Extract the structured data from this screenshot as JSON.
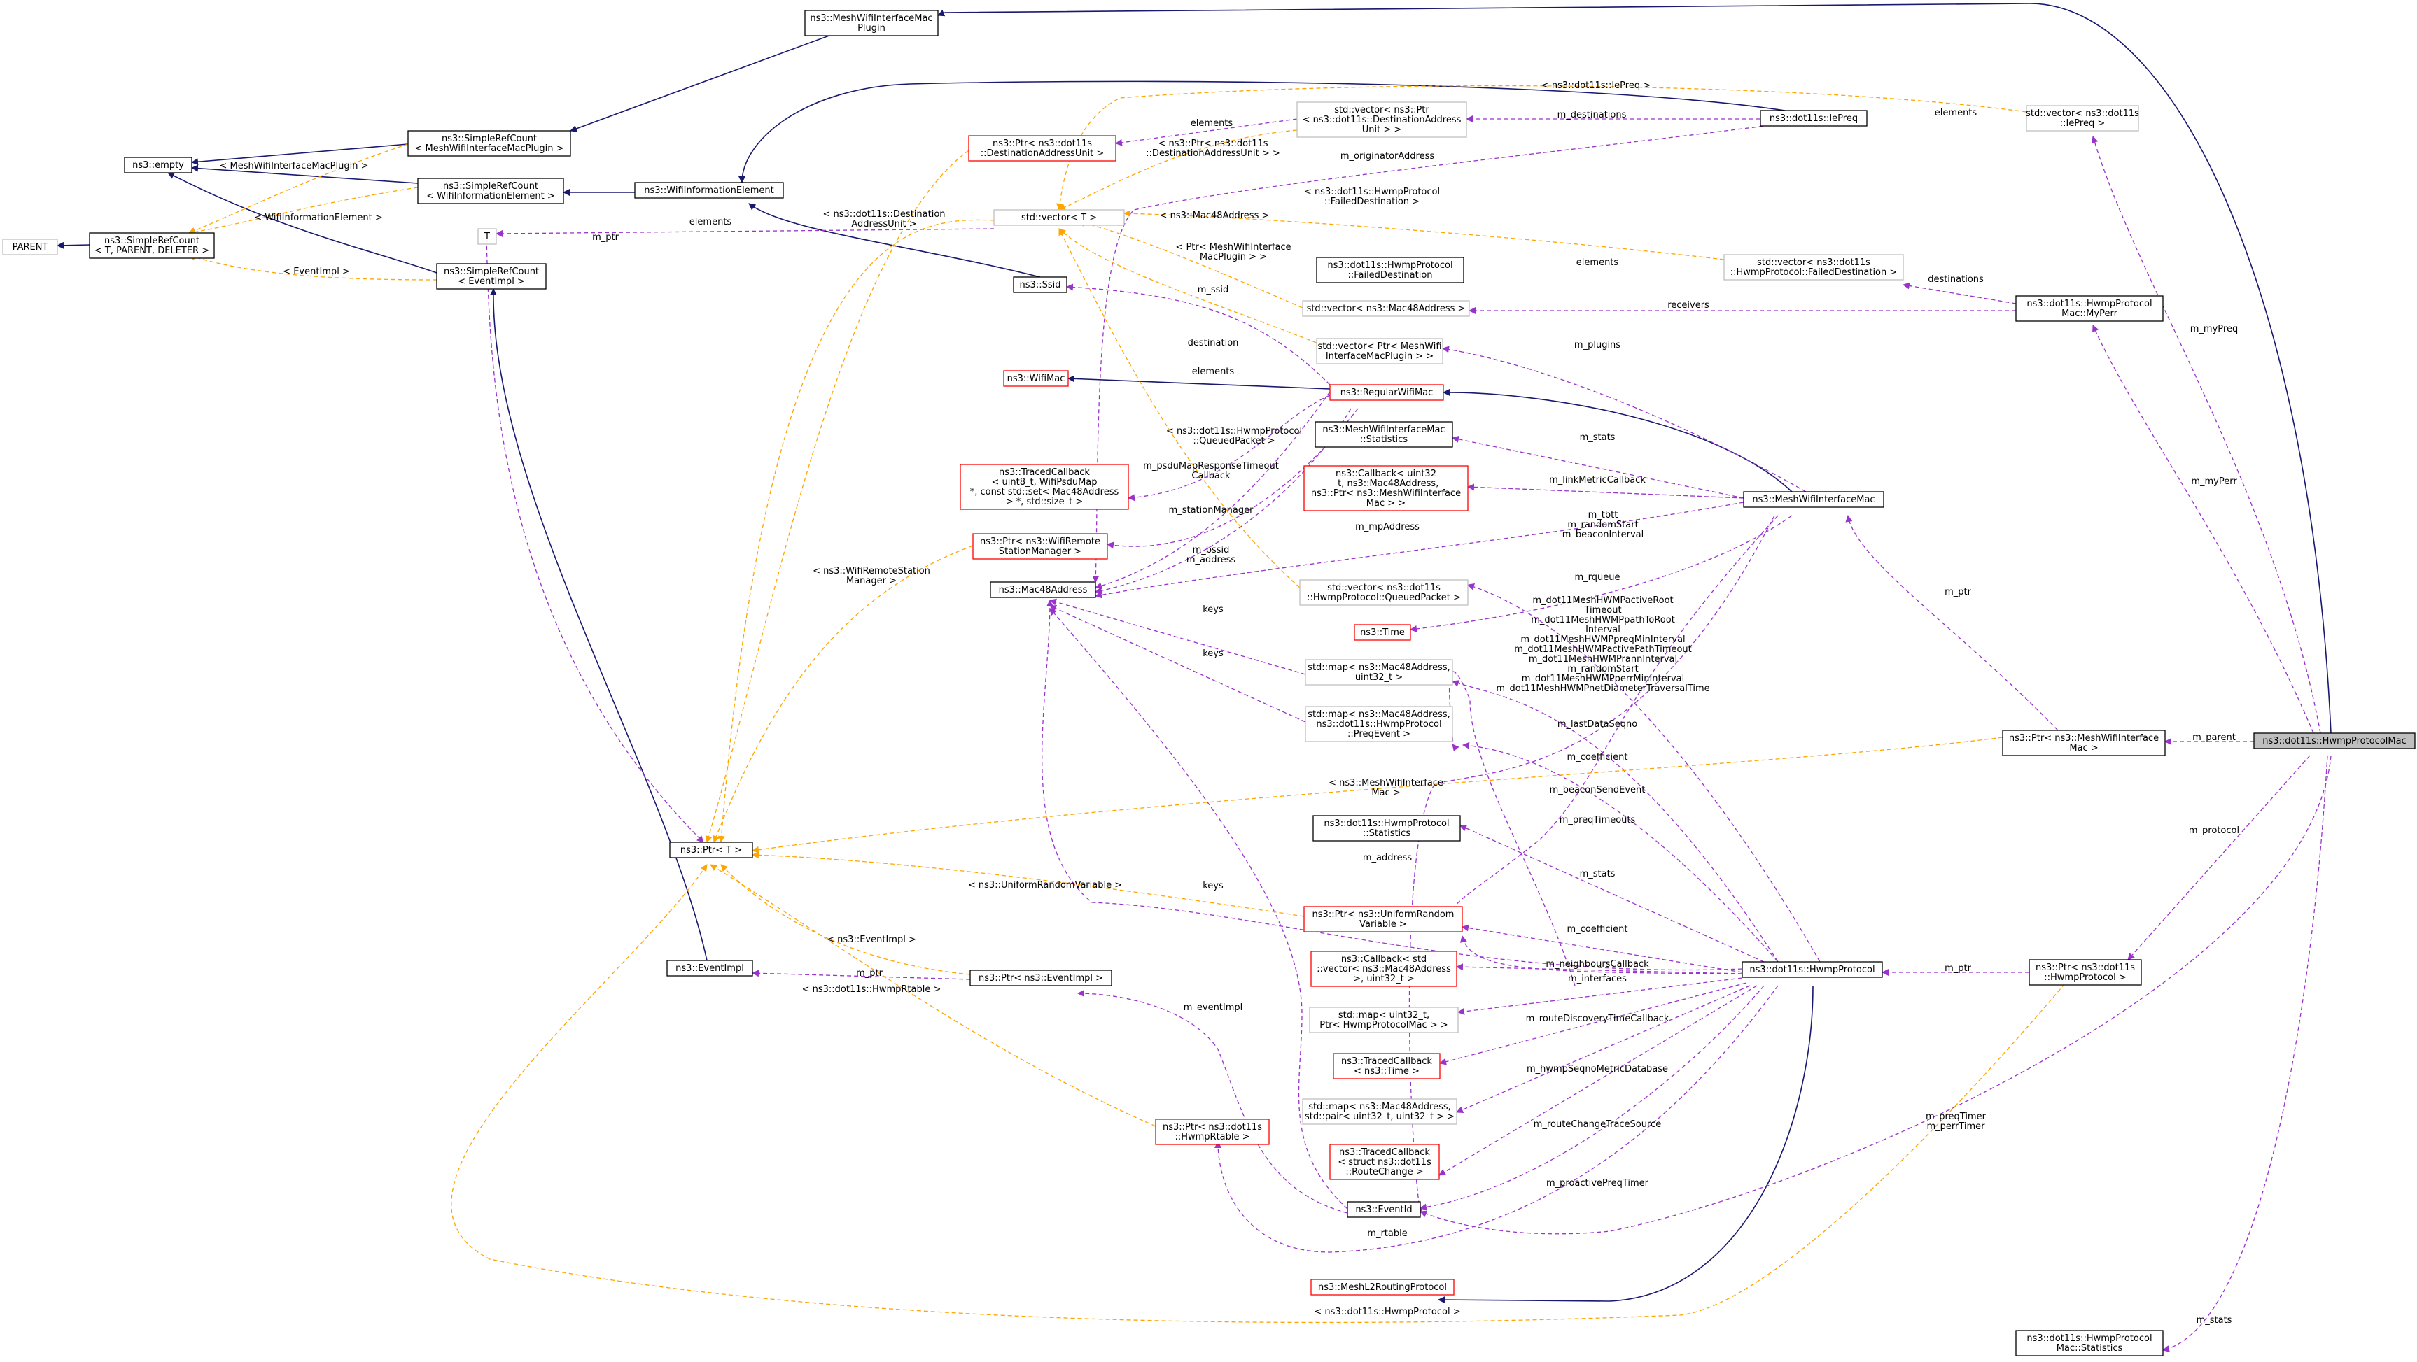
{
  "colors": {
    "inherit_edge": "#191970",
    "usage_edge": "#9a32cd",
    "template_edge": "#ffa500",
    "box_normal": "#000000",
    "box_ext": "#bfbfbf",
    "box_red": "#ff0000",
    "box_focus_fill": "#bfbfbf"
  },
  "nodes": {
    "protocolmac": "ns3::dot11s::HwmpProtocolMac",
    "plugin": [
      "ns3::MeshWifiInterfaceMac",
      "Plugin"
    ],
    "srcPlugin": [
      "ns3::SimpleRefCount",
      "< MeshWifiInterfaceMacPlugin >"
    ],
    "empty": "ns3::empty",
    "srcWie": [
      "ns3::SimpleRefCount",
      "< WifiInformationElement >"
    ],
    "parent": "PARENT",
    "srcT": [
      "ns3::SimpleRefCount",
      "< T, PARENT, DELETER >"
    ],
    "srcEvent": [
      "ns3::SimpleRefCount",
      "< EventImpl >"
    ],
    "wie": "ns3::WifiInformationElement",
    "T": "T",
    "ssid": "ns3::Ssid",
    "wifimac": "ns3::WifiMac",
    "regular": "ns3::RegularWifiMac",
    "mac48": "ns3::Mac48Address",
    "ptrT": "ns3::Ptr< T >",
    "eventimpl": "ns3::EventImpl",
    "ptrEvent": "ns3::Ptr< ns3::EventImpl >",
    "ptrDau": [
      "ns3::Ptr< ns3::dot11s",
      "::DestinationAddressUnit >"
    ],
    "vecT": "std::vector< T >",
    "traced": [
      "ns3::TracedCallback",
      "< uint8_t, WifiPsduMap",
      "*, const std::set< Mac48Address",
      "> *, std::size_t >"
    ],
    "ptrStation": [
      "ns3::Ptr< ns3::WifiRemote",
      "StationManager >"
    ],
    "vecPtrDau": [
      "std::vector< ns3::Ptr",
      "< ns3::dot11s::DestinationAddress",
      "Unit > >"
    ],
    "iepreq": "ns3::dot11s::IePreq",
    "vecIePreq": [
      "std::vector< ns3::dot11s",
      "::IePreq >"
    ],
    "failed": [
      "ns3::dot11s::HwmpProtocol",
      "::FailedDestination"
    ],
    "vecFailed": [
      "std::vector< ns3::dot11s",
      "::HwmpProtocol::FailedDestination >"
    ],
    "vecMac48": "std::vector< ns3::Mac48Address >",
    "myperr": [
      "ns3::dot11s::HwmpProtocol",
      "Mac::MyPerr"
    ],
    "vecPlugins": [
      "std::vector< Ptr< MeshWifi",
      "InterfaceMacPlugin > >"
    ],
    "macstats": [
      "ns3::MeshWifiInterfaceMac",
      "::Statistics"
    ],
    "cbLink": [
      "ns3::Callback< uint32",
      "_t, ns3::Mac48Address,",
      "ns3::Ptr< ns3::MeshWifiInterface",
      "Mac > >"
    ],
    "meshmac": "ns3::MeshWifiInterfaceMac",
    "vecQueued": [
      "std::vector< ns3::dot11s",
      "::HwmpProtocol::QueuedPacket >"
    ],
    "time": "ns3::Time",
    "mapU32": [
      "std::map< ns3::Mac48Address,",
      "uint32_t >"
    ],
    "mapPreq": [
      "std::map< ns3::Mac48Address,",
      "ns3::dot11s::HwmpProtocol",
      "::PreqEvent >"
    ],
    "hwmpstats": [
      "ns3::dot11s::HwmpProtocol",
      "::Statistics"
    ],
    "ptrUrv": [
      "ns3::Ptr< ns3::UniformRandom",
      "Variable >"
    ],
    "cbNeigh": [
      "ns3::Callback< std",
      "::vector< ns3::Mac48Address",
      ">, uint32_t >"
    ],
    "mapIfaces": [
      "std::map< uint32_t,",
      "Ptr< HwmpProtocolMac > >"
    ],
    "tracedTime": [
      "ns3::TracedCallback",
      "< ns3::Time >"
    ],
    "mapPair": [
      "std::map< ns3::Mac48Address,",
      "std::pair< uint32_t, uint32_t > >"
    ],
    "tracedRoute": [
      "ns3::TracedCallback",
      "< struct ns3::dot11s",
      "::RouteChange >"
    ],
    "eventid": "ns3::EventId",
    "hwmp": "ns3::dot11s::HwmpProtocol",
    "ptrRtable": [
      "ns3::Ptr< ns3::dot11s",
      "::HwmpRtable >"
    ],
    "l2": "ns3::MeshL2RoutingProtocol",
    "ptrMeshMac": [
      "ns3::Ptr< ns3::MeshWifiInterface",
      "Mac >"
    ],
    "ptrHwmp": [
      "ns3::Ptr< ns3::dot11s",
      "::HwmpProtocol >"
    ],
    "macstats2": [
      "ns3::dot11s::HwmpProtocol",
      "Mac::Statistics"
    ]
  },
  "edge_labels": {
    "ie_preq_top": "< ns3::dot11s::IePreq >",
    "meshplugin_tpl": "< MeshWifiInterfaceMacPlugin >",
    "wie_tpl": "< WifiInformationElement >",
    "eventimpl_tpl": "< EventImpl >",
    "dau_tpl": [
      "< ns3::dot11s::Destination",
      "AddressUnit >"
    ],
    "elements_vecT_T": "elements",
    "m_ptr_T": "m_ptr",
    "elements_dau": "elements",
    "ptr_dau_tpl": [
      "< ns3::Ptr< ns3::dot11s",
      "::DestinationAddressUnit > >"
    ],
    "m_destinations": "m_destinations",
    "elements_preq": "elements",
    "m_originatorAddress": "m_originatorAddress",
    "failed_tpl": [
      "< ns3::dot11s::HwmpProtocol",
      "::FailedDestination >"
    ],
    "mac48_tpl": "< ns3::Mac48Address >",
    "plugin_tpl": [
      "< Ptr< MeshWifiInterface",
      "MacPlugin > >"
    ],
    "elements_failed": "elements",
    "destinations": "destinations",
    "receivers": "receivers",
    "m_ssid": "m_ssid",
    "destination": "destination",
    "elements_reg": "elements",
    "m_plugins": "m_plugins",
    "m_stats_mac": "m_stats",
    "queued_tpl": [
      "< ns3::dot11s::HwmpProtocol",
      "::QueuedPacket >"
    ],
    "m_psduMap": [
      "m_psduMapResponseTimeout",
      "Callback"
    ],
    "m_linkMetricCallback": "m_linkMetricCallback",
    "m_stationManager": "m_stationManager",
    "m_mpAddress": "m_mpAddress",
    "m_tbtt": [
      "m_tbtt",
      "m_randomStart",
      "m_beaconInterval"
    ],
    "station_tpl": [
      "< ns3::WifiRemoteStation",
      "Manager >"
    ],
    "m_bssid": [
      "m_bssid",
      "m_address"
    ],
    "m_rqueue": "m_rqueue",
    "hwmp_timers": [
      "m_dot11MeshHWMPactiveRoot",
      "Timeout",
      "m_dot11MeshHWMPpathToRoot",
      "Interval",
      "m_dot11MeshHWMPpreqMinInterval",
      "m_dot11MeshHWMPactivePathTimeout",
      "m_dot11MeshHWMPrannInterval",
      "m_randomStart",
      "m_dot11MeshHWMPperrMinInterval",
      "m_dot11MeshHWMPnetDiameterTraversalTime"
    ],
    "keys1": "keys",
    "keys2": "keys",
    "keys3": "keys",
    "m_lastDataSeqno": "m_lastDataSeqno",
    "m_coefficient1": "m_coefficient",
    "m_beaconSendEvent": "m_beaconSendEvent",
    "meshmac_tpl": [
      "< ns3::MeshWifiInterface",
      "Mac >"
    ],
    "m_preqTimeouts": "m_preqTimeouts",
    "m_address": "m_address",
    "m_stats_hwmp": "m_stats",
    "urv_tpl": "< ns3::UniformRandomVariable >",
    "m_coefficient2": "m_coefficient",
    "eventimpl_ptr_tpl": "< ns3::EventImpl >",
    "m_neighboursCallback": "m_neighboursCallback",
    "m_ptr_event": "m_ptr",
    "m_interfaces": "m_interfaces",
    "rtable_tpl": "< ns3::dot11s::HwmpRtable >",
    "m_eventImpl": "m_eventImpl",
    "m_routeDiscoveryTimeCallback": "m_routeDiscoveryTimeCallback",
    "m_hwmpSeqnoMetricDatabase": "m_hwmpSeqnoMetricDatabase",
    "m_routeChangeTraceSource": "m_routeChangeTraceSource",
    "m_proactivePreqTimer": "m_proactivePreqTimer",
    "m_rtable": "m_rtable",
    "hwmp_tpl": "< ns3::dot11s::HwmpProtocol >",
    "m_ptr_hwmp": "m_ptr",
    "m_ptr_meshmac": "m_ptr",
    "m_parent": "m_parent",
    "m_protocol": "m_protocol",
    "m_myPreq": "m_myPreq",
    "m_myPerr": "m_myPerr",
    "m_preqTimer": [
      "m_preqTimer",
      "m_perrTimer"
    ],
    "m_stats_protocolmac": "m_stats"
  }
}
